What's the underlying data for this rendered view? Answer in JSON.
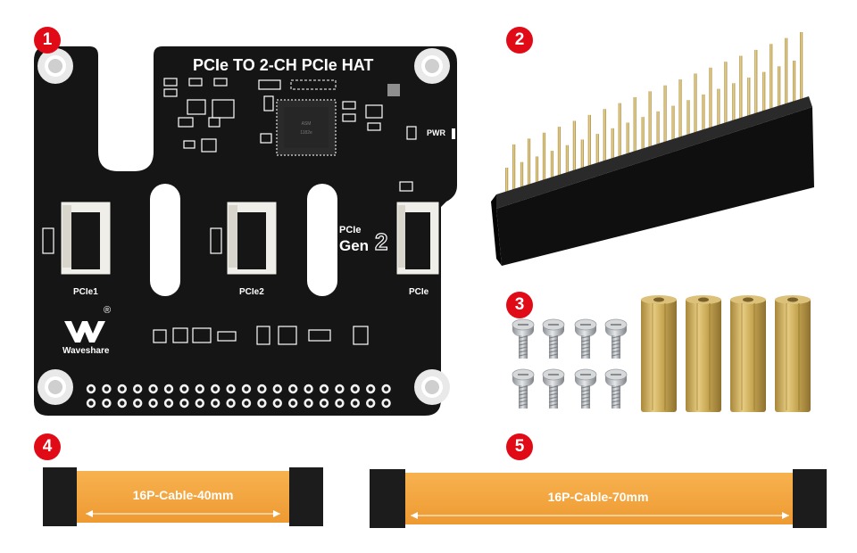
{
  "badges": [
    "1",
    "2",
    "3",
    "4",
    "5"
  ],
  "board": {
    "title": "PCIe TO 2-CH PCIe HAT",
    "port_labels": [
      "PCIe1",
      "PCIe2",
      "PCIe"
    ],
    "gen_label_top": "PCIe",
    "gen_label_bottom": "Gen",
    "gen_number": "2",
    "pwr_label": "PWR",
    "brand_name": "Waveshare",
    "registered_mark": "®",
    "color_pcb": "#141414",
    "color_silk": "#ffffff"
  },
  "cables": {
    "short_label": "16P-Cable-40mm",
    "long_label": "16P-Cable-70mm",
    "color_flex": "#f4a540",
    "color_stiffener": "#1c1c1c"
  },
  "hardware": {
    "color_brass": "#c9a955",
    "color_screw": "#b9bcc0"
  }
}
